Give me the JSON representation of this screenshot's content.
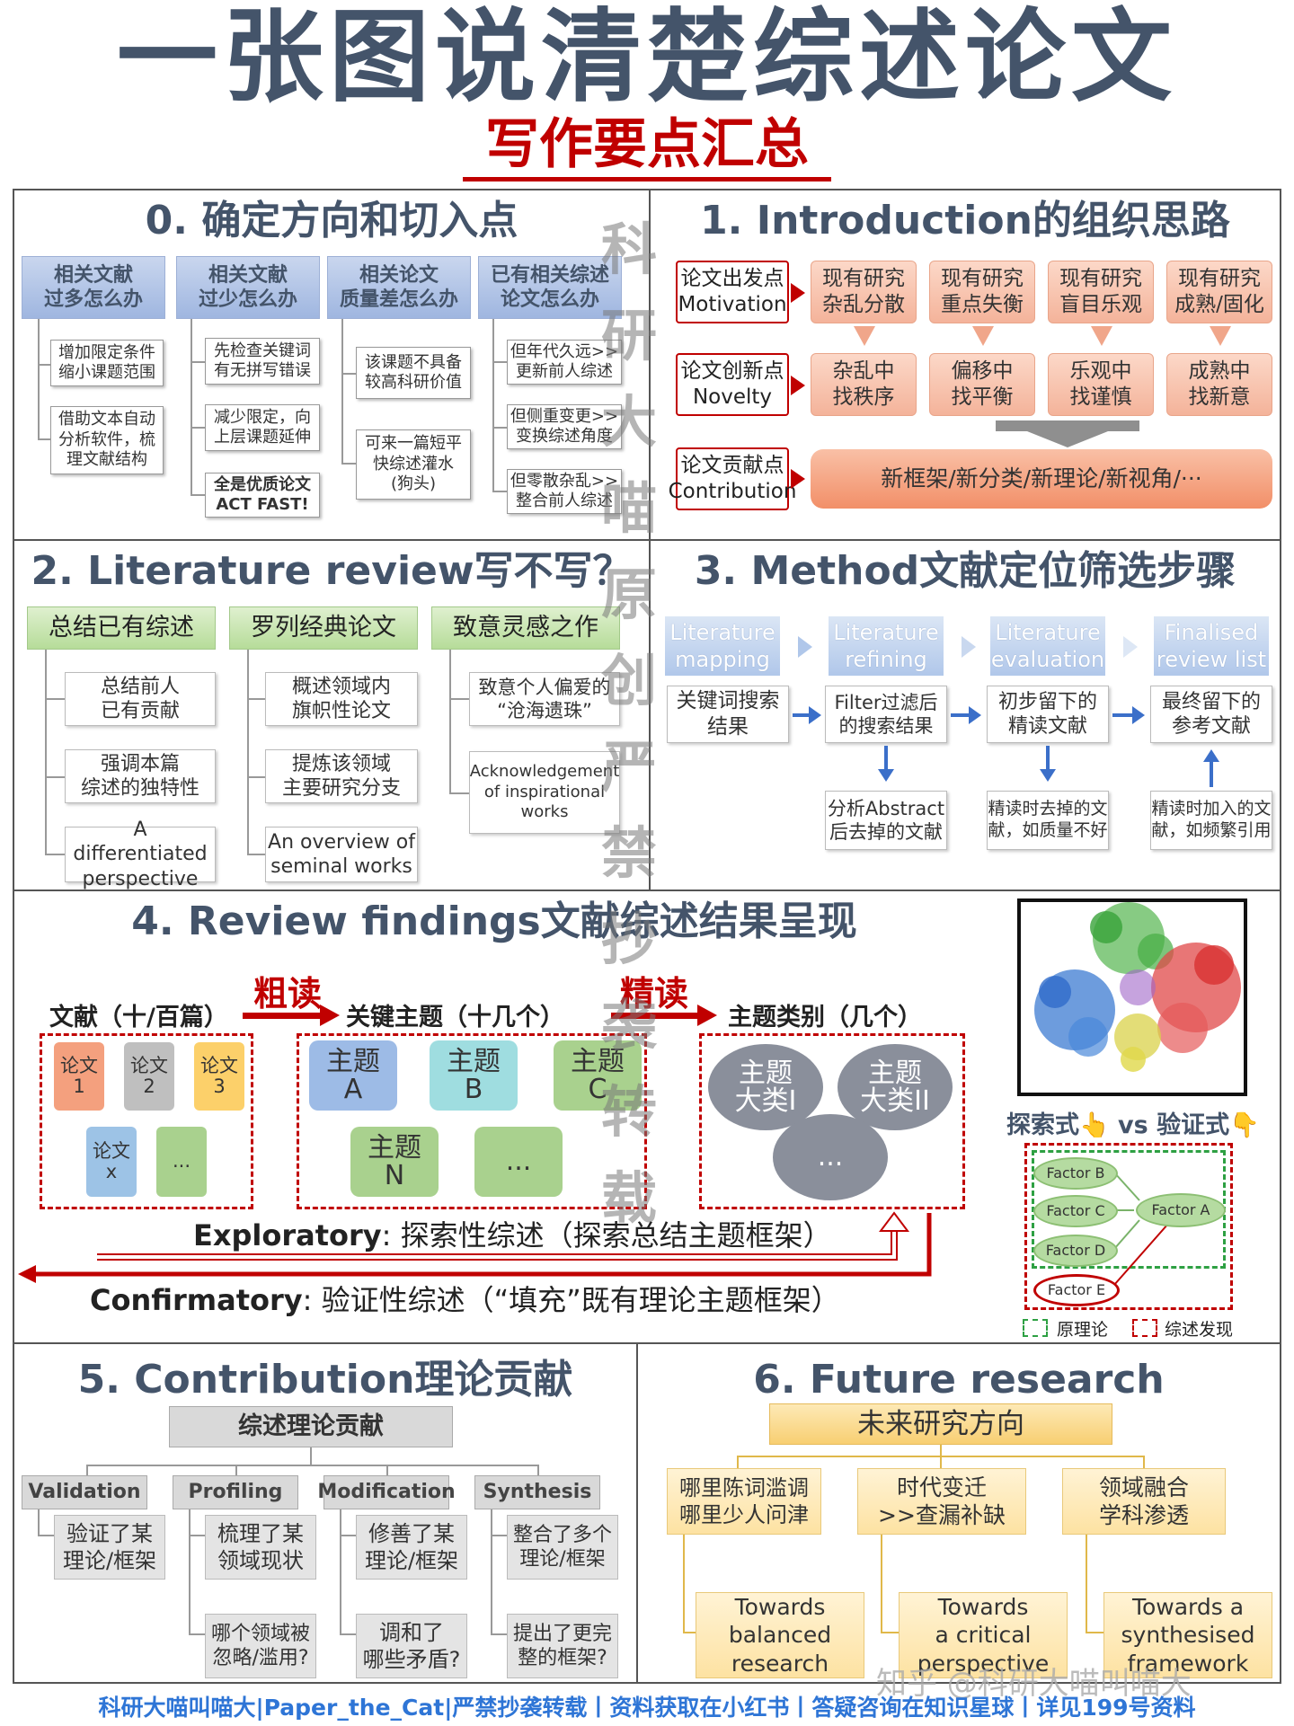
{
  "header": {
    "title": "一张图说清楚综述论文",
    "subtitle": "写作要点汇总"
  },
  "s0": {
    "title": "0. 确定方向和切入点",
    "cols": [
      {
        "head": "相关文献\n过多怎么办",
        "items": [
          "增加限定条件\n缩小课题范围",
          "借助文本自动\n分析软件，梳\n理文献结构"
        ]
      },
      {
        "head": "相关文献\n过少怎么办",
        "items": [
          "先检查关键词\n有无拼写错误",
          "减少限定，向\n上层课题延伸",
          "全是优质论文\nACT FAST!"
        ]
      },
      {
        "head": "相关论文\n质量差怎么办",
        "items": [
          "该课题不具备\n较高科研价值",
          "可来一篇短平\n快综述灌水\n(狗头)"
        ]
      },
      {
        "head": "已有相关综述\n论文怎么办",
        "items": [
          "但年代久远>>\n更新前人综述",
          "但侧重变更>>\n变换综述角度",
          "但零散杂乱>>\n整合前人综述"
        ]
      }
    ]
  },
  "s1": {
    "title": "1. Introduction的组织思路",
    "rows": [
      "论文出发点\nMotivation",
      "论文创新点\nNovelty",
      "论文贡献点\nContribution"
    ],
    "states": [
      "现有研究\n杂乱分散",
      "现有研究\n重点失衡",
      "现有研究\n盲目乐观",
      "现有研究\n成熟/固化"
    ],
    "novelties": [
      "杂乱中\n找秩序",
      "偏移中\n找平衡",
      "乐观中\n找谨慎",
      "成熟中\n找新意"
    ],
    "contribution": "新框架/新分类/新理论/新视角/···"
  },
  "s2": {
    "title": "2. Literature review写不写？",
    "cols": [
      {
        "head": "总结已有综述",
        "items": [
          "总结前人\n已有贡献",
          "强调本篇\n综述的独特性",
          "A differentiated\nperspective"
        ]
      },
      {
        "head": "罗列经典论文",
        "items": [
          "概述领域内\n旗帜性论文",
          "提炼该领域\n主要研究分支",
          "An overview of\nseminal works"
        ]
      },
      {
        "head": "致意灵感之作",
        "items": [
          "致意个人偏爱的\n“沧海遗珠”",
          "Acknowledgement\nof inspirational\nworks"
        ]
      }
    ]
  },
  "s3": {
    "title": "3. Method文献定位筛选步骤",
    "steps": [
      "Literature\nmapping",
      "Literature\nrefining",
      "Literature\nevaluation",
      "Finalised\nreview list"
    ],
    "results": [
      "关键词搜索\n结果",
      "Filter过滤后\n的搜索结果",
      "初步留下的\n精读文献",
      "最终留下的\n参考文献"
    ],
    "notes": [
      "分析Abstract\n后去掉的文献",
      "精读时去掉的文\n献，如质量不好",
      "精读时加入的文\n献，如频繁引用"
    ]
  },
  "s4": {
    "title": "4. Review findings文献综述结果呈现",
    "label_docs": "文献（十/百篇）",
    "label_topics": "关键主题（十几个）",
    "label_cats": "主题类别（几个）",
    "rough": "粗读",
    "fine": "精读",
    "papers": [
      "论文\n1",
      "论文\n2",
      "论文\n3",
      "论文\nx",
      "..."
    ],
    "topics": [
      "主题\nA",
      "主题\nB",
      "主题\nC",
      "主题\nN",
      "..."
    ],
    "cats": [
      "主题\n大类I",
      "主题\n大类II",
      "..."
    ],
    "exploratory_key": "Exploratory",
    "exploratory_text": ": 探索性综述（探索总结主题框架）",
    "confirmatory_key": "Confirmatory",
    "confirmatory_text": ": 验证性综述（“填充”既有理论主题框架）",
    "vs_label": "探索式👆 vs 验证式👇",
    "factors": [
      "Factor B",
      "Factor C",
      "Factor D",
      "Factor A",
      "Factor E"
    ],
    "legend_theory": "原理论",
    "legend_findings": "综述发现"
  },
  "s5": {
    "title": "5. Contribution理论贡献",
    "head": "综述理论贡献",
    "cols": [
      {
        "head": "Validation",
        "items": [
          "验证了某\n理论/框架"
        ]
      },
      {
        "head": "Profiling",
        "items": [
          "梳理了某\n领域现状",
          "哪个领域被\n忽略/滥用?"
        ]
      },
      {
        "head": "Modification",
        "items": [
          "修善了某\n理论/框架",
          "调和了\n哪些矛盾?"
        ]
      },
      {
        "head": "Synthesis",
        "items": [
          "整合了多个\n理论/框架",
          "提出了更完\n整的框架?"
        ]
      }
    ]
  },
  "s6": {
    "title": "6. Future research",
    "head": "未来研究方向",
    "cols": [
      {
        "head": "哪里陈词滥调\n哪里少人问津",
        "item": "Towards\nbalanced\nresearch"
      },
      {
        "head": "时代变迁\n>>查漏补缺",
        "item": "Towards\na critical\nperspective"
      },
      {
        "head": "领域融合\n学科渗透",
        "item": "Towards a\nsynthesised\nframework"
      }
    ]
  },
  "watermark": "科研大喵原创严禁抄袭转载",
  "zhihu": "知乎 @科研大喵叫喵大",
  "footer": "科研大喵叫喵大|Paper_the_Cat|严禁抄袭转载丨资料获取在小红书丨答疑咨询在知识星球丨详见199号资料"
}
